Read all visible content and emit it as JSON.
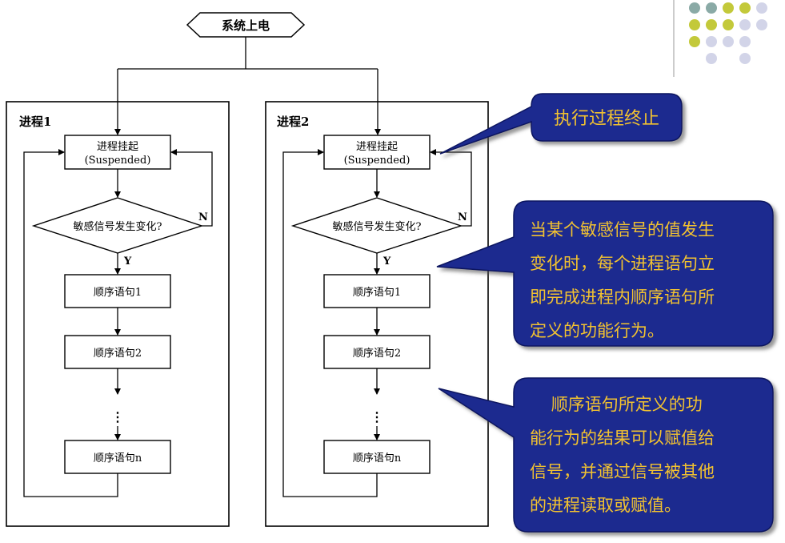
{
  "flowchart": {
    "power_on": "系统上电",
    "process_1": {
      "label": "进程1",
      "suspend_line1": "进程挂起",
      "suspend_line2": "(Suspended)",
      "decision": "敏感信号发生变化?",
      "yes": "Y",
      "no": "N",
      "stmt1": "顺序语句1",
      "stmt2": "顺序语句2",
      "dots": "⋮",
      "stmtn": "顺序语句n"
    },
    "process_2": {
      "label": "进程2",
      "suspend_line1": "进程挂起",
      "suspend_line2": "(Suspended)",
      "decision": "敏感信号发生变化?",
      "yes": "Y",
      "no": "N",
      "stmt1": "顺序语句1",
      "stmt2": "顺序语句2",
      "dots": "⋮",
      "stmtn": "顺序语句n"
    }
  },
  "callouts": {
    "terminate": "执行过程终止",
    "sensitive_change": [
      "当某个敏感信号的值发生",
      "变化时，每个进程语句立",
      "即完成进程内顺序语句所",
      "定义的功能行为。"
    ],
    "sequential_result": [
      "    顺序语句所定义的功",
      "能行为的结果可以赋值给",
      "信号，并通过信号被其他",
      "的进程读取或赋值。"
    ]
  },
  "colors": {
    "callout_fill": "#1b2a8f",
    "callout_text": "#f2c230",
    "dot_teal": "#8aaaa6",
    "dot_olive": "#c3c93a",
    "dot_lavender": "#d2d4e8"
  }
}
